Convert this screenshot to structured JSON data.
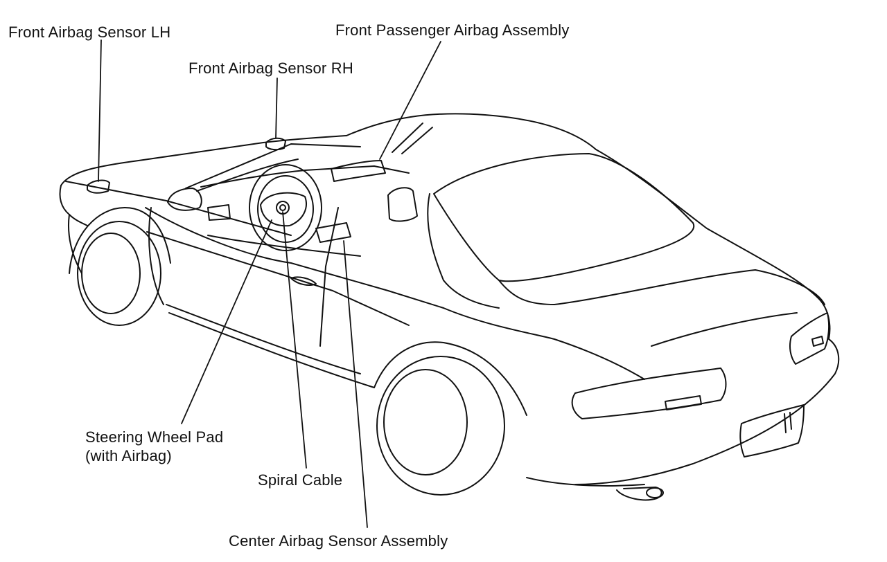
{
  "diagram": {
    "labels": {
      "front_airbag_sensor_lh": "Front Airbag Sensor LH",
      "front_passenger_airbag_assembly": "Front Passenger Airbag Assembly",
      "front_airbag_sensor_rh": "Front Airbag Sensor RH",
      "steering_wheel_pad_line1": "Steering Wheel Pad",
      "steering_wheel_pad_line2": "(with Airbag)",
      "spiral_cable": "Spiral Cable",
      "center_airbag_sensor_assembly": "Center Airbag Sensor Assembly"
    },
    "colors": {
      "ink": "#111111",
      "background": "#ffffff"
    }
  }
}
